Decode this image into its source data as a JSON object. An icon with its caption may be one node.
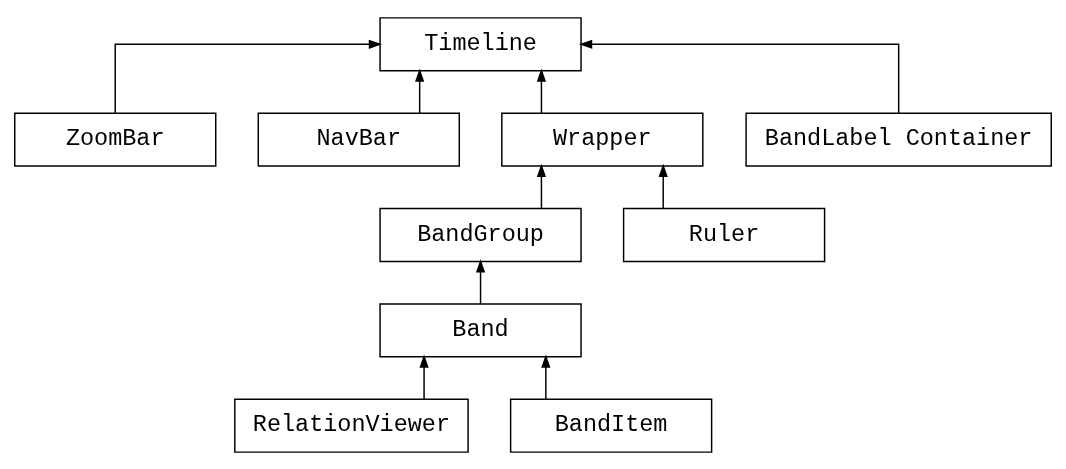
{
  "diagram": {
    "nodes": [
      {
        "text": [
          "Timeline"
        ]
      },
      {
        "text": [
          "ZoomBar"
        ]
      },
      {
        "text": [
          "NavBar"
        ]
      },
      {
        "text": [
          "Wrapper"
        ]
      },
      {
        "text": [
          "BandLabel Container"
        ]
      },
      {
        "text": [
          "BandGroup"
        ]
      },
      {
        "text": [
          "Ruler"
        ]
      },
      {
        "text": [
          "Band"
        ]
      },
      {
        "text": [
          "RelationViewer"
        ]
      },
      {
        "text": [
          "BandItem"
        ]
      }
    ],
    "edges": [
      {
        "from": 1,
        "to": 0,
        "arrow": "to"
      },
      {
        "from": 2,
        "to": 0,
        "arrow": "to"
      },
      {
        "from": 3,
        "to": 0,
        "arrow": "to"
      },
      {
        "from": 4,
        "to": 0,
        "arrow": "to"
      },
      {
        "from": 5,
        "to": 3,
        "arrow": "to"
      },
      {
        "from": 6,
        "to": 3,
        "arrow": "to"
      },
      {
        "from": 7,
        "to": 5,
        "arrow": "to"
      },
      {
        "from": 8,
        "to": 7,
        "arrow": "to"
      },
      {
        "from": 9,
        "to": 7,
        "arrow": "to"
      }
    ]
  }
}
